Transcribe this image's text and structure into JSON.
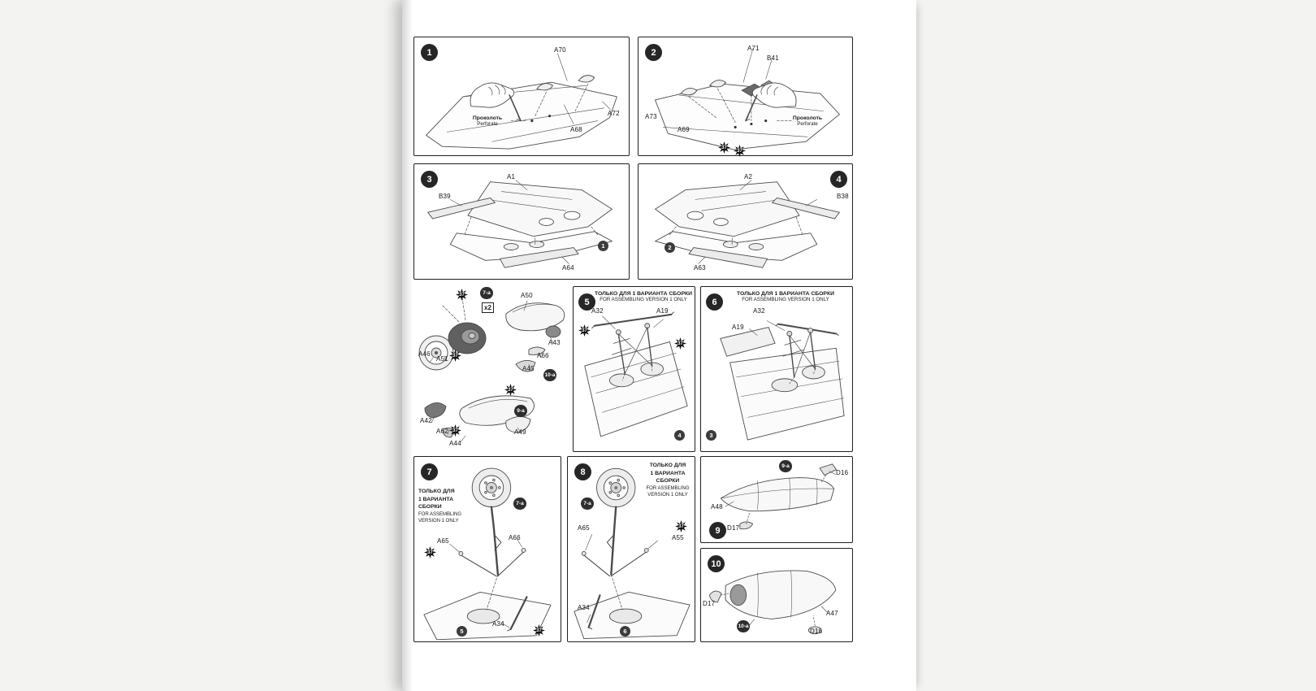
{
  "colors": {
    "paper": "#ffffff",
    "background": "#f3f3f1",
    "ink": "#1f1f1f",
    "line": "#4a4a4a"
  },
  "notes": {
    "perforate_ru": "Проколоть",
    "perforate_en": "Perforate",
    "only_ru": "ТОЛЬКО ДЛЯ 1 ВАРИАНТА СБОРКИ",
    "only_en": "FOR ASSEMBLING VERSION 1 ONLY",
    "only_ru_l1": "ТОЛЬКО ДЛЯ",
    "only_ru_l2": "1 ВАРИАНТА",
    "only_ru_l3": "СБОРКИ",
    "only_en_l1": "FOR ASSEMBLING",
    "only_en_l2": "VERSION 1 ONLY"
  },
  "panel1": {
    "step": "1",
    "labels": {
      "a70": "A70",
      "a68": "A68",
      "a72": "A72"
    }
  },
  "panel2": {
    "step": "2",
    "labels": {
      "a71": "A71",
      "b41": "B41",
      "a73": "A73",
      "a69": "A69"
    },
    "stars": [
      "37",
      "37"
    ]
  },
  "panel3": {
    "step": "3",
    "labels": {
      "a1": "A1",
      "b39": "B39",
      "a64": "A64"
    },
    "ref": "1"
  },
  "panel4": {
    "step": "4",
    "labels": {
      "a2": "A2",
      "b38": "B38",
      "a63": "A63"
    },
    "ref": "2"
  },
  "wheels": {
    "badge_7a": "7-a",
    "badge_9a": "9-a",
    "badge_10a": "10-a",
    "x2": "x2",
    "labels": {
      "a50": "A50",
      "a46": "A46",
      "a51": "A51",
      "a43": "A43",
      "a66": "A66",
      "a45": "A45",
      "a42": "A42",
      "a62": "A62",
      "a44": "A44",
      "a49": "A49"
    },
    "stars": [
      "37",
      "37",
      "37",
      "37"
    ]
  },
  "panel5": {
    "step": "5",
    "labels": {
      "a32": "A32",
      "a19": "A19"
    },
    "stars": [
      "37",
      "37"
    ],
    "ref": "4"
  },
  "panel6": {
    "step": "6",
    "labels": {
      "a32": "A32",
      "a19": "A19"
    },
    "ref": "3"
  },
  "panel7": {
    "step": "7",
    "badge_7a": "7-a",
    "labels": {
      "a65": "A65",
      "a66": "A66",
      "a34": "A34"
    },
    "stars": [
      "37",
      "37"
    ],
    "ref": "5"
  },
  "panel8": {
    "step": "8",
    "badge_7a": "7-a",
    "labels": {
      "a65": "A65",
      "a55": "A55",
      "a34": "A34"
    },
    "stars": [
      "37"
    ],
    "ref": "6"
  },
  "panel9": {
    "step": "9",
    "badge_9a": "9-a",
    "labels": {
      "a48": "A48",
      "d17": "D17",
      "d16": "D16"
    }
  },
  "panel10": {
    "step": "10",
    "badge_10a": "10-a",
    "labels": {
      "d17": "D17",
      "a47": "A47",
      "d16": "D16"
    }
  }
}
